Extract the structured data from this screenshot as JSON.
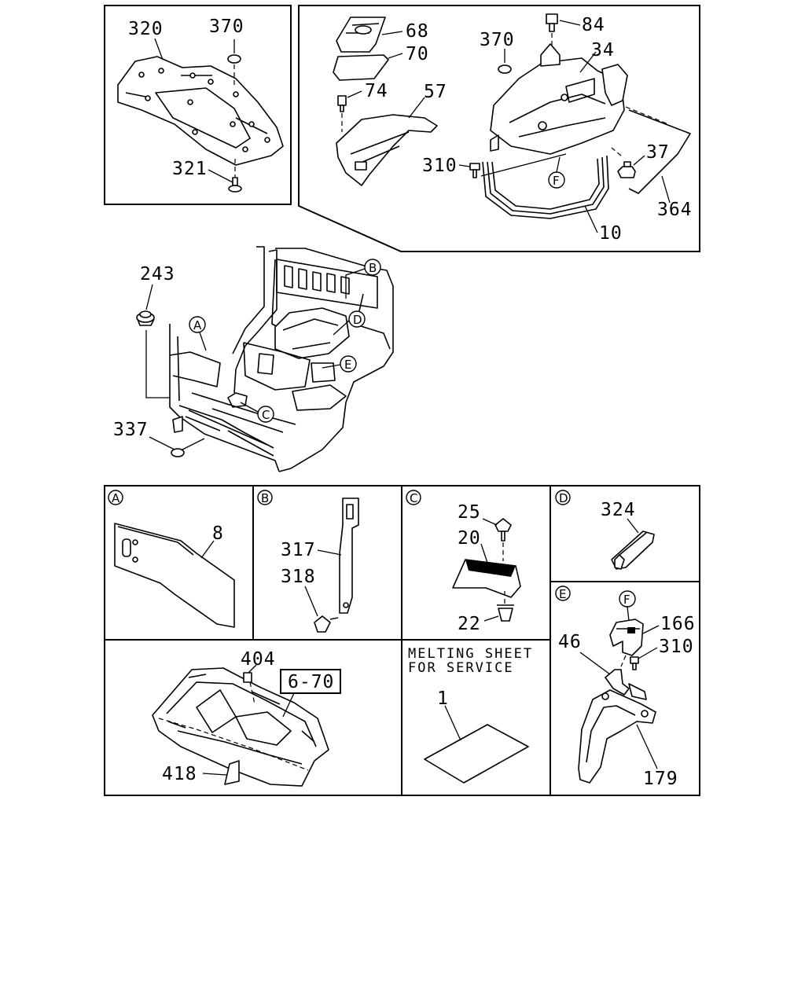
{
  "callouts": {
    "c320": "320",
    "c370a": "370",
    "c321": "321",
    "c68": "68",
    "c70": "70",
    "c74": "74",
    "c57": "57",
    "c310a": "310",
    "c84": "84",
    "c370b": "370",
    "c34": "34",
    "c37": "37",
    "c364": "364",
    "c10": "10",
    "c243": "243",
    "c337": "337",
    "c8": "8",
    "c317": "317",
    "c318": "318",
    "c25": "25",
    "c20": "20",
    "c22": "22",
    "c324": "324",
    "c166": "166",
    "c46": "46",
    "c310b": "310",
    "c179": "179",
    "c404": "404",
    "c418": "418",
    "c1": "1"
  },
  "refs": {
    "A": "A",
    "B": "B",
    "C": "C",
    "D": "D",
    "E": "E",
    "F": "F"
  },
  "boxed_ref": "6-70",
  "note_line1": "MELTING SHEET",
  "note_line2": "FOR SERVICE"
}
